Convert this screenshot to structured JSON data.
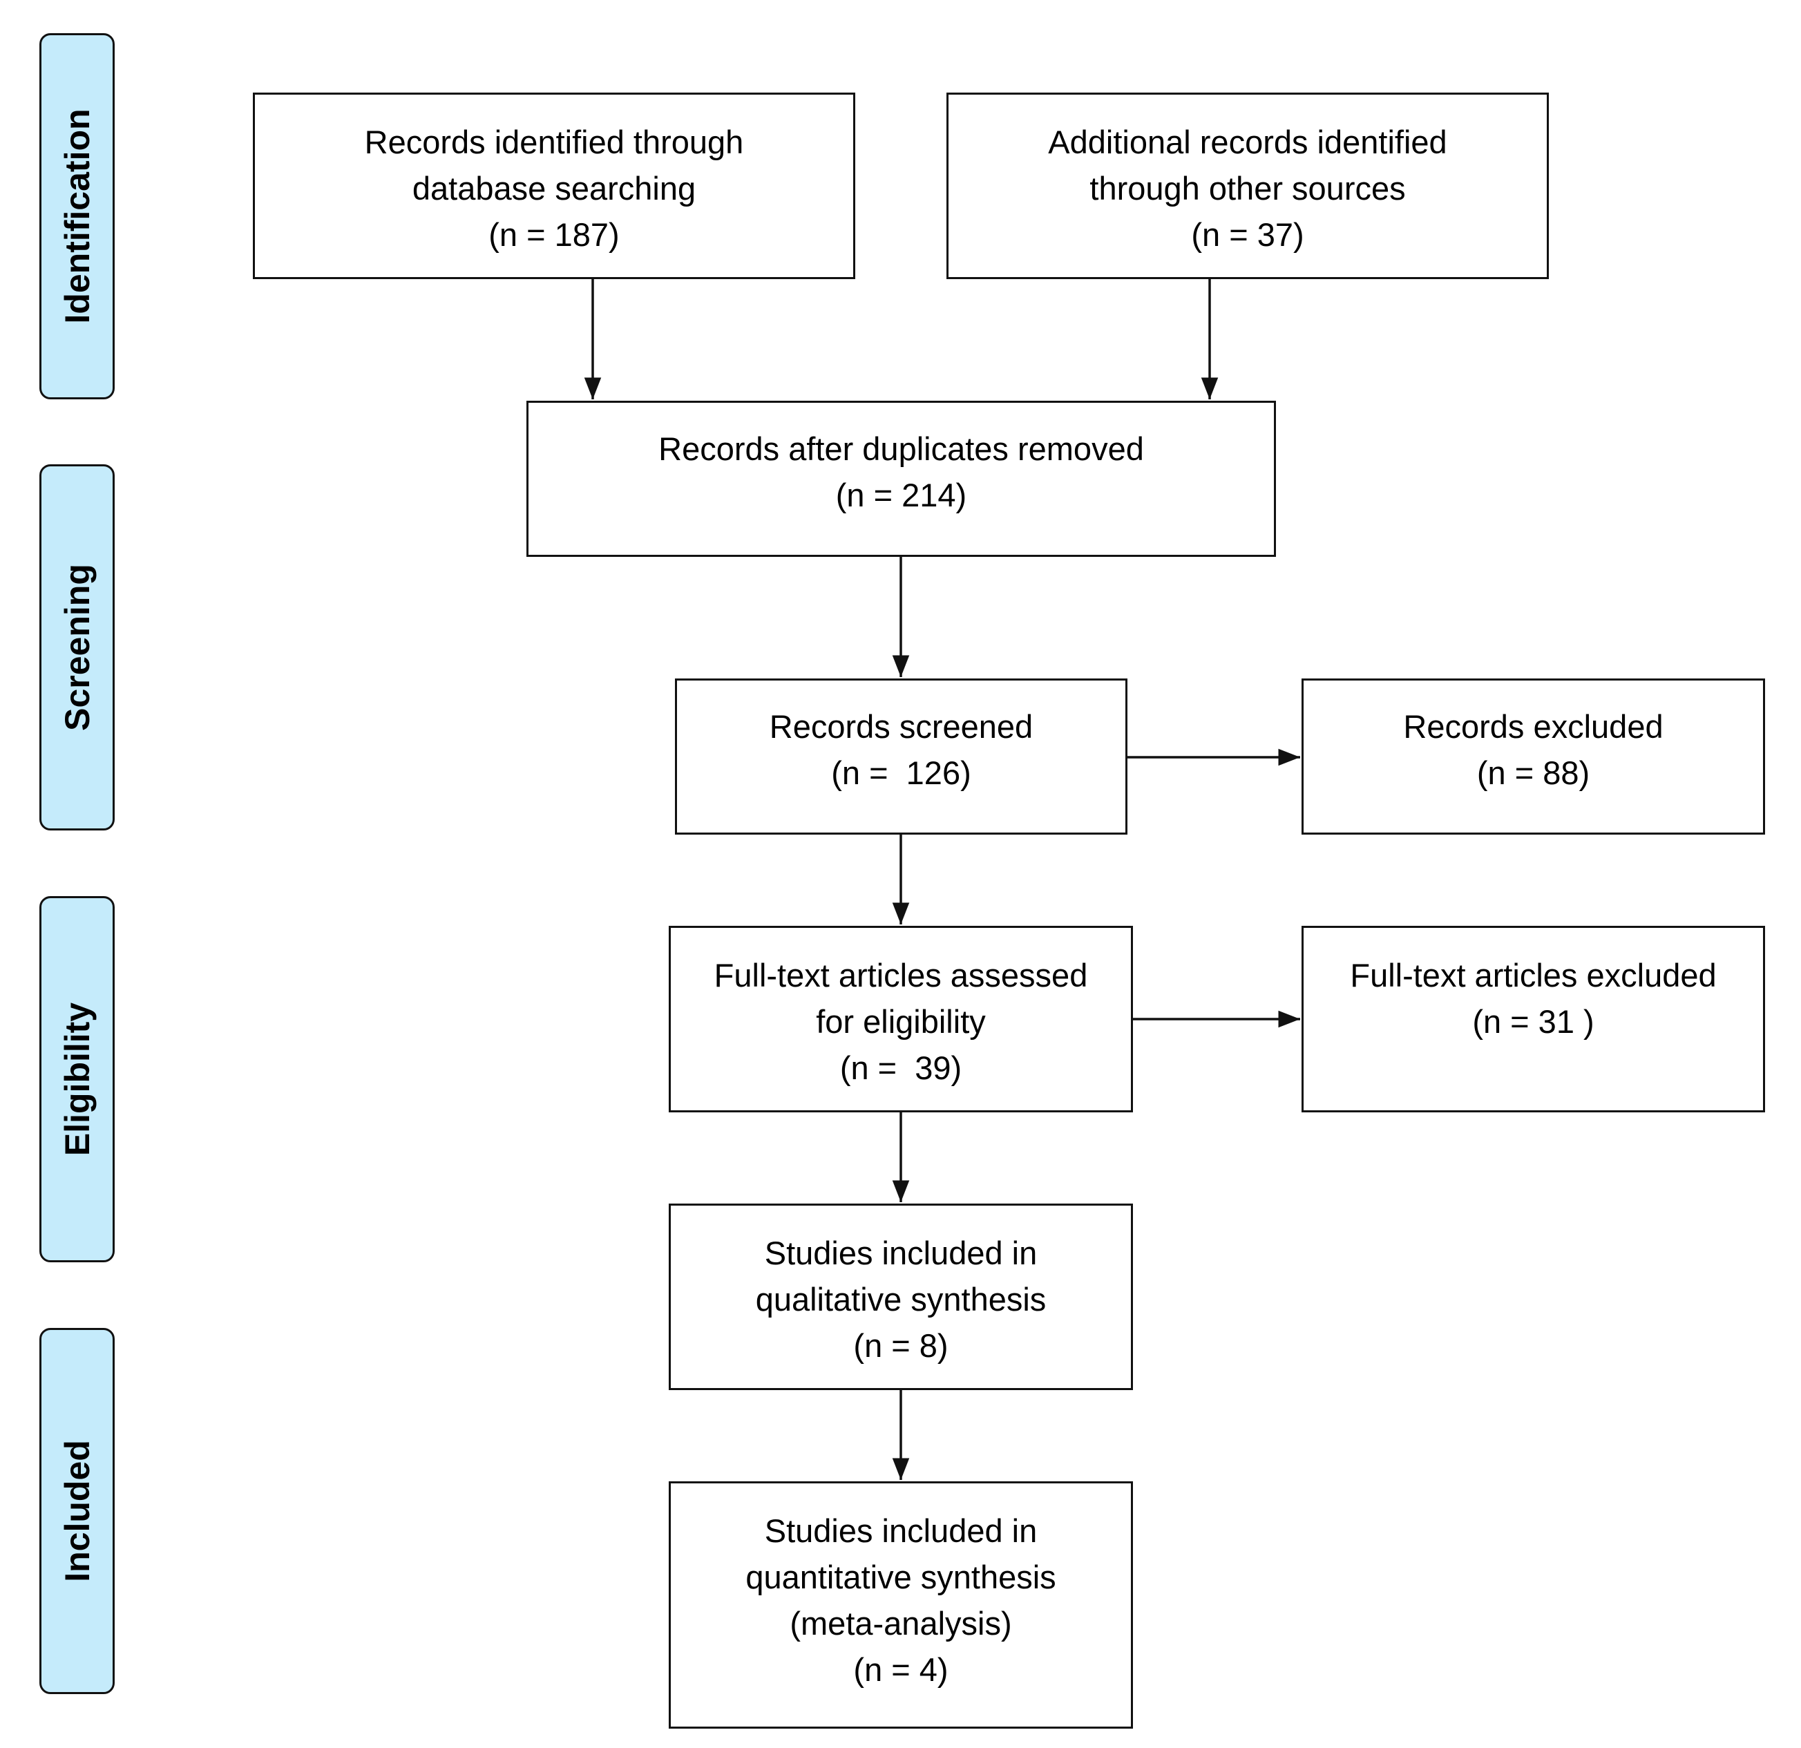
{
  "phases": {
    "identification": "Identification",
    "screening": "Screening",
    "eligibility": "Eligibility",
    "included": "Included"
  },
  "boxes": {
    "database": {
      "line1": "Records identified through",
      "line2": "database searching",
      "count": "(n = 187)"
    },
    "other_sources": {
      "line1": "Additional records identified",
      "line2": "through other sources",
      "count": "(n = 37)"
    },
    "duplicates_removed": {
      "line1": "Records after duplicates removed",
      "count": "(n = 214)"
    },
    "screened": {
      "line1": "Records screened",
      "count": "(n =  126)"
    },
    "excluded": {
      "line1": "Records excluded",
      "count": "(n = 88)"
    },
    "fulltext_assessed": {
      "line1": "Full-text articles assessed",
      "line2": "for eligibility",
      "count": "(n =  39)"
    },
    "fulltext_excluded": {
      "line1": "Full-text articles excluded",
      "count": "(n = 31 )"
    },
    "qualitative": {
      "line1": "Studies included in",
      "line2": "qualitative synthesis",
      "count": "(n = 8)"
    },
    "quantitative": {
      "line1": "Studies included in",
      "line2": "quantitative synthesis",
      "line3": "(meta-analysis)",
      "count": "(n = 4)"
    }
  },
  "colors": {
    "phase_fill": "#c5ebfb",
    "stroke": "#111111"
  }
}
